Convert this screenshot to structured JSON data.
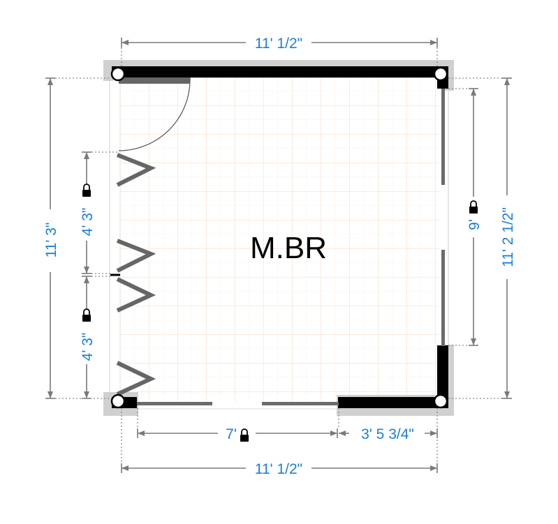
{
  "room": {
    "label": "M.BR"
  },
  "colors": {
    "wall": "#000000",
    "wall_outline": "#d0d0d0",
    "grid": "#fbe3d0",
    "dimension_line": "#7a7a7a",
    "dimension_text": "#1b7fd6",
    "window": "#6b6b6b",
    "door_arc": "#555555"
  },
  "dimensions": {
    "top_width": "11' 1/2\"",
    "bottom_width": "11' 1/2\"",
    "left_height": "11' 3\"",
    "right_height": "11' 2 1/2\"",
    "left_upper_segment": "4' 3\"",
    "left_lower_segment": "4' 3\"",
    "right_window_segment": "9'",
    "bottom_opening": "7'",
    "bottom_right_segment": "3' 5 3/4\""
  },
  "icons": {
    "lock": "lock-icon",
    "corner": "corner-handle-icon"
  }
}
